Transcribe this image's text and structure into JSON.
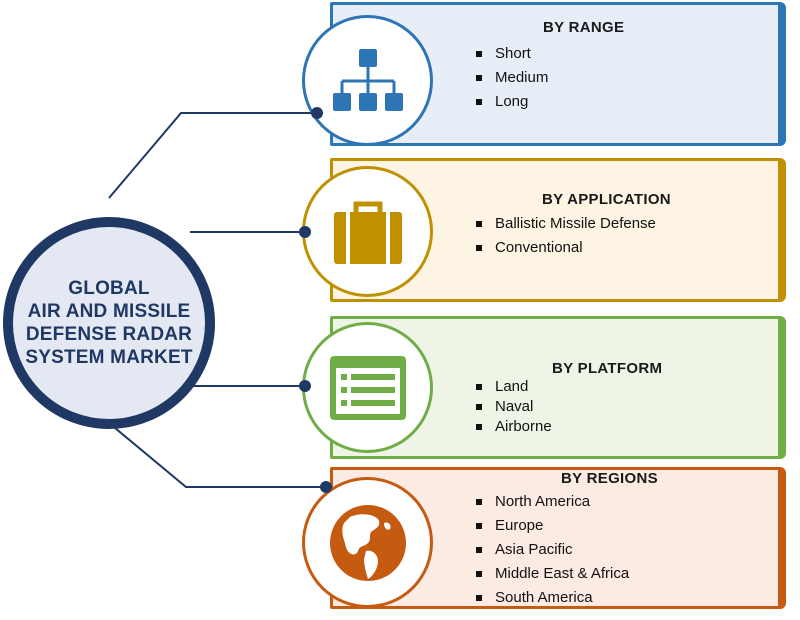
{
  "hub": {
    "title": "GLOBAL\nAIR AND MISSILE\nDEFENSE RADAR\nSYSTEM MARKET"
  },
  "segments": [
    {
      "title": "BY RANGE",
      "icon": "hierarchy-icon",
      "accent": "#2e75b6",
      "fill": "#e7eef8",
      "items": [
        "Short",
        "Medium",
        "Long"
      ]
    },
    {
      "title": "BY APPLICATION",
      "icon": "briefcase-icon",
      "accent": "#bf9000",
      "fill": "#fdf4e3",
      "items": [
        "Ballistic Missile Defense",
        "Conventional"
      ]
    },
    {
      "title": "BY PLATFORM",
      "icon": "list-window-icon",
      "accent": "#70ad47",
      "fill": "#eef5e6",
      "items": [
        "Land",
        "Naval",
        "Airborne"
      ]
    },
    {
      "title": "BY REGIONS",
      "icon": "globe-icon",
      "accent": "#c55a11",
      "fill": "#fcebe3",
      "items": [
        "North America",
        "Europe",
        "Asia Pacific",
        "Middle East & Africa",
        "South America"
      ]
    }
  ],
  "colors": {
    "hub_border": "#1f3864",
    "hub_fill": "#e4e8f2",
    "connector": "#1f3864"
  }
}
